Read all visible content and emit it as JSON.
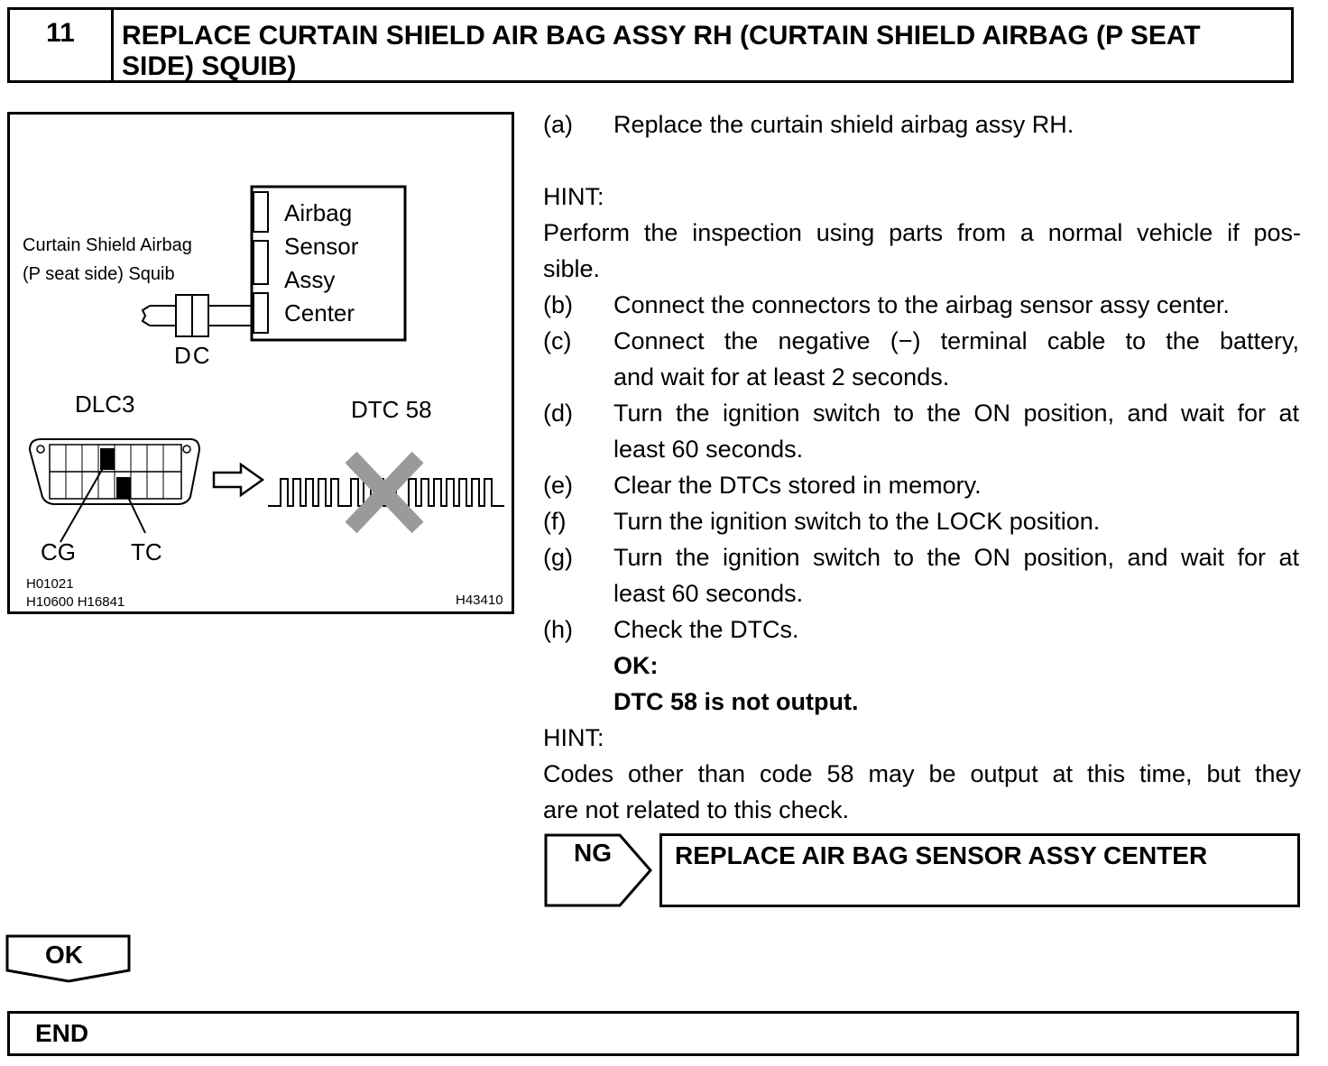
{
  "step": {
    "number": "11",
    "title": "REPLACE CURTAIN SHIELD AIR BAG ASSY RH (CURTAIN SHIELD AIRBAG (P SEAT SIDE) SQUIB)"
  },
  "figure": {
    "squib_label_1": "Curtain Shield Airbag",
    "squib_label_2": "(P seat side) Squib",
    "sensor_label_1": "Airbag",
    "sensor_label_2": "Sensor",
    "sensor_label_3": "Assy",
    "sensor_label_4": "Center",
    "connector_label": "DC",
    "dlc_label": "DLC3",
    "dtc_label": "DTC 58",
    "cg_label": "CG",
    "tc_label": "TC",
    "ref_1": "H01021",
    "ref_2": "H10600  H16841",
    "ref_3": "H43410"
  },
  "procedure": {
    "a_label": "(a)",
    "a_text": "Replace the curtain shield airbag assy RH.",
    "hint1": "HINT:",
    "hint1_line1": "Perform the inspection using parts from a normal vehicle if pos-",
    "hint1_line2": "sible.",
    "b_label": "(b)",
    "b_text": "Connect the connectors to the airbag sensor assy center.",
    "c_label": "(c)",
    "c_text1": "Connect the negative (−) terminal cable to the battery,",
    "c_text2": "and wait for at least 2 seconds.",
    "d_label": "(d)",
    "d_text1": "Turn the ignition switch to the ON position, and wait for at",
    "d_text2": "least 60 seconds.",
    "e_label": "(e)",
    "e_text": "Clear the DTCs stored in memory.",
    "f_label": "(f)",
    "f_text": "Turn the ignition switch to the LOCK position.",
    "g_label": "(g)",
    "g_text1": "Turn the ignition switch to the ON position, and wait for at",
    "g_text2": "least 60 seconds.",
    "h_label": "(h)",
    "h_text": "Check the DTCs.",
    "ok_title": "OK:",
    "ok_text": "DTC 58 is not output.",
    "hint2": "HINT:",
    "hint2_line1": "Codes other than code 58 may be output at this time, but they",
    "hint2_line2": "are not related to this check."
  },
  "result_ng": {
    "label": "NG",
    "action": "REPLACE AIR BAG SENSOR ASSY CENTER"
  },
  "result_ok": {
    "label": "OK"
  },
  "end": {
    "label": "END"
  }
}
